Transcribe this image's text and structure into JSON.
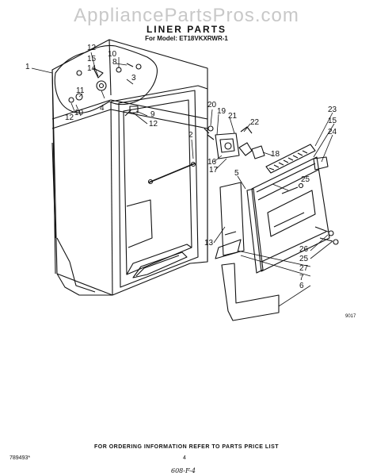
{
  "watermark": "AppliancePartsPros.com",
  "header": {
    "title": "LINER PARTS",
    "model": "For Model: ET18VKXRWR-1"
  },
  "callouts": {
    "c1": "1",
    "c12a": "12",
    "c15a": "15",
    "c10a": "10",
    "c8": "8",
    "c14": "14",
    "c3": "3",
    "c11": "11",
    "c4": "4",
    "c12b": "12",
    "c10b": "10",
    "c9": "9",
    "c12c": "12",
    "c2": "2",
    "c20": "20",
    "c19": "19",
    "c21": "21",
    "c22": "22",
    "c16": "16",
    "c17": "17",
    "c18": "18",
    "c23": "23",
    "c15b": "15",
    "c24": "24",
    "c5": "5",
    "c25a": "25",
    "c13": "13",
    "c26": "26",
    "c25b": "25",
    "c27": "27",
    "c7": "7",
    "c6": "6",
    "code": "9017"
  },
  "footer": {
    "ordering": "FOR ORDERING INFORMATION REFER TO PARTS PRICE LIST",
    "part_number": "789493*",
    "page": "4",
    "handwritten": "608-F-4"
  }
}
